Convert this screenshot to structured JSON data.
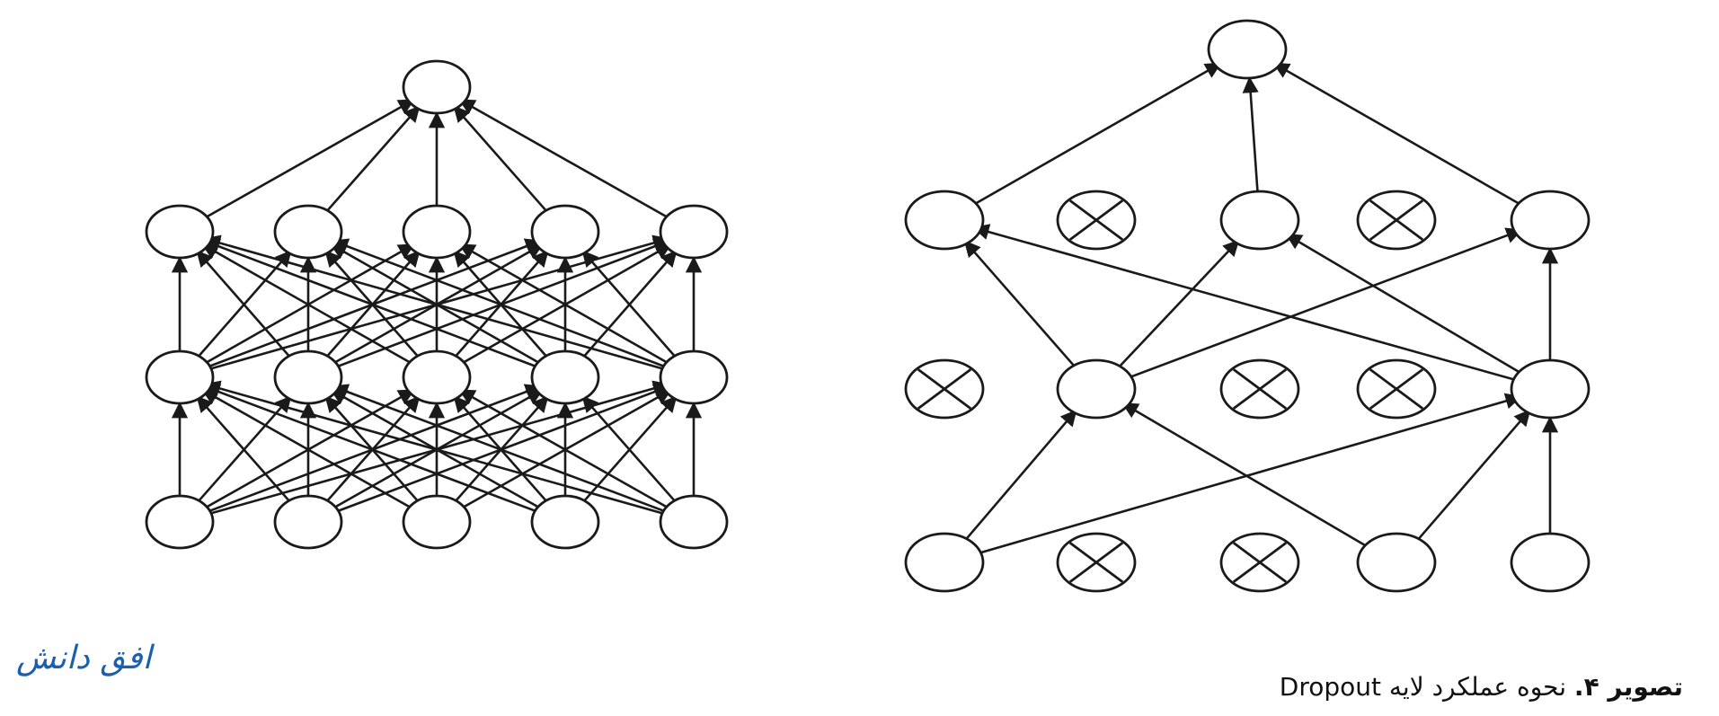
{
  "logo": {
    "text": "افق دانش",
    "color": "#1b5fae"
  },
  "caption": {
    "prefix": "تصویر ۴.",
    "text": " نحوه عملکرد لایه ",
    "term": "Dropout"
  },
  "networks": [
    {
      "name": "standard-network",
      "layers": [
        {
          "units": 5,
          "dropped": []
        },
        {
          "units": 5,
          "dropped": []
        },
        {
          "units": 5,
          "dropped": []
        },
        {
          "units": 1,
          "dropped": []
        }
      ],
      "connections": "fully-connected"
    },
    {
      "name": "network-after-dropout",
      "layers": [
        {
          "units": 5,
          "dropped": [
            1,
            2
          ]
        },
        {
          "units": 5,
          "dropped": [
            0,
            2,
            3
          ]
        },
        {
          "units": 5,
          "dropped": [
            1,
            3
          ]
        },
        {
          "units": 1,
          "dropped": []
        }
      ],
      "connections": "remaining-units-only"
    }
  ]
}
